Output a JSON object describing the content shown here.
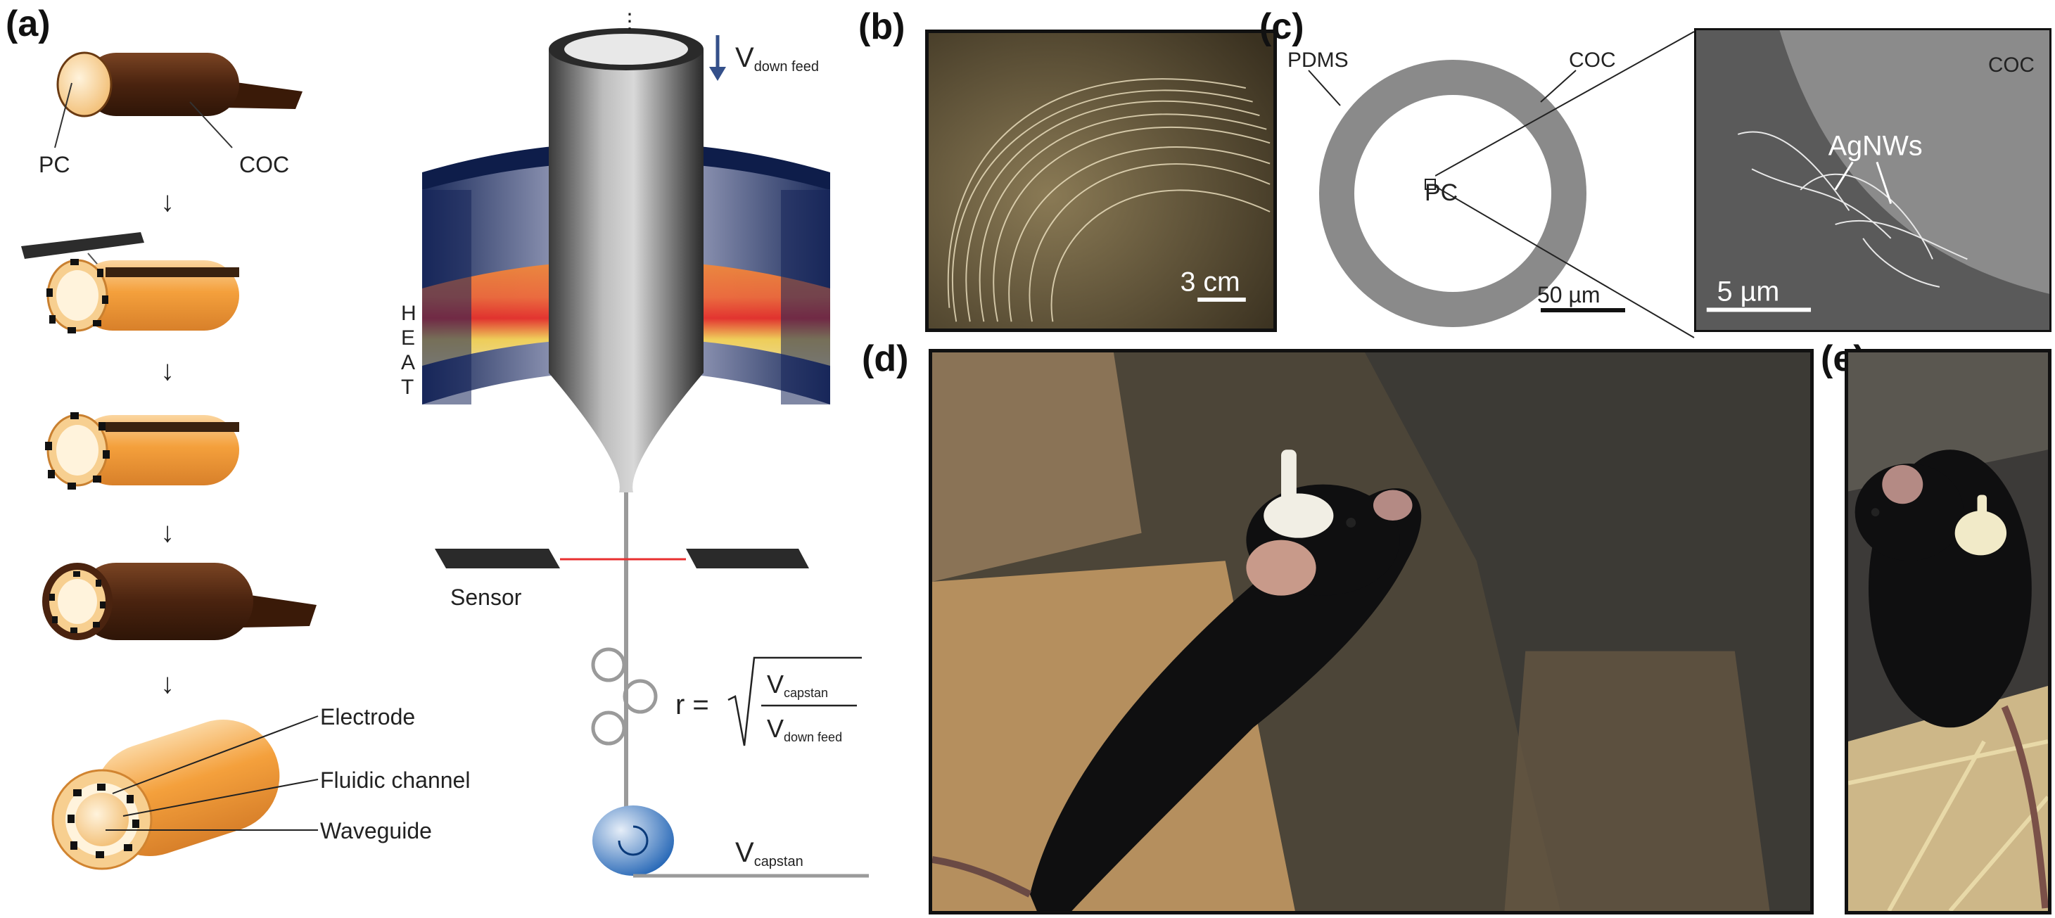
{
  "panels": {
    "a": {
      "label": "(a)",
      "pc": "PC",
      "coc": "COC",
      "electrode": "Electrode",
      "fluidic": "Fluidic channel",
      "waveguide": "Waveguide",
      "heat": [
        "H",
        "E",
        "A",
        "T"
      ],
      "v_down_main": "V",
      "v_down_sub": "down feed",
      "sensor": "Sensor",
      "eq_r": "r =",
      "eq_num_main": "V",
      "eq_num_sub": "capstan",
      "eq_den_main": "V",
      "eq_den_sub": "down feed",
      "v_cap_main": "V",
      "v_cap_sub": "capstan"
    },
    "b": {
      "label": "(b)",
      "scale": "3 cm"
    },
    "c": {
      "label": "(c)",
      "pdms": "PDMS",
      "coc_ring": "COC",
      "pc": "PC",
      "scale_ring": "50 µm",
      "coc_sem": "COC",
      "agnws": "AgNWs",
      "scale_sem": "5 µm"
    },
    "d": {
      "label": "(d)"
    },
    "e": {
      "label": "(e)"
    }
  },
  "colors": {
    "orange": "#f4a03c",
    "brown": "#5a2e15",
    "navy": "#1d2f63",
    "heat_red": "#e8302a",
    "heat_yellow": "#f6d357"
  }
}
